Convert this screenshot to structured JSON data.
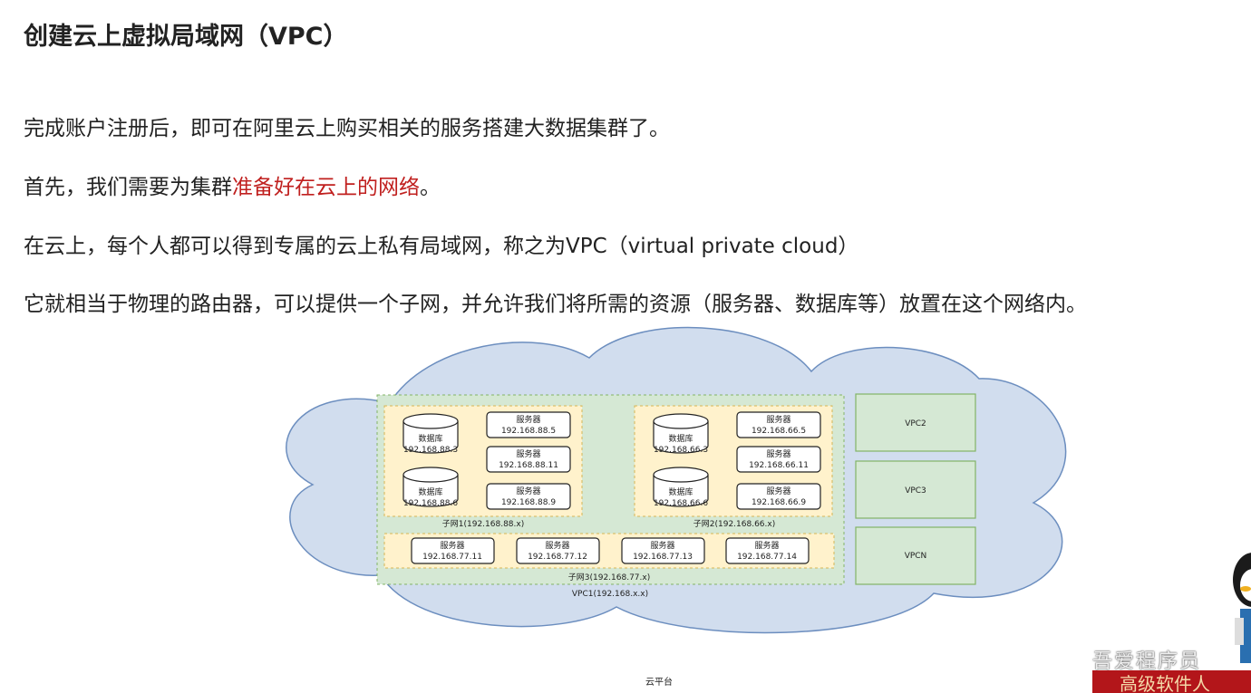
{
  "title": "创建云上虚拟局域网（VPC）",
  "paragraphs": {
    "p1": "完成账户注册后，即可在阿里云上购买相关的服务搭建大数据集群了。",
    "p2_before": "首先，我们需要为集群",
    "p2_highlight": "准备好在云上的网络",
    "p2_after": "。",
    "p3": "在云上，每个人都可以得到专属的云上私有局域网，称之为VPC（virtual private cloud）",
    "p4": "它就相当于物理的路由器，可以提供一个子网，并允许我们将所需的资源（服务器、数据库等）放置在这个网络内。"
  },
  "diagram": {
    "platform_label": "云平台",
    "vpc1_label": "VPC1(192.168.x.x)",
    "other_vpcs": [
      "VPC2",
      "VPC3",
      "VPCN"
    ],
    "subnet1": {
      "label": "子网1(192.168.88.x)",
      "databases": [
        {
          "title": "数据库",
          "ip": "192.168.88.3"
        },
        {
          "title": "数据库",
          "ip": "192.168.88.6"
        }
      ],
      "servers": [
        {
          "title": "服务器",
          "ip": "192.168.88.5"
        },
        {
          "title": "服务器",
          "ip": "192.168.88.11"
        },
        {
          "title": "服务器",
          "ip": "192.168.88.9"
        }
      ]
    },
    "subnet2": {
      "label": "子网2(192.168.66.x)",
      "databases": [
        {
          "title": "数据库",
          "ip": "192.168.66.3"
        },
        {
          "title": "数据库",
          "ip": "192.168.66.6"
        }
      ],
      "servers": [
        {
          "title": "服务器",
          "ip": "192.168.66.5"
        },
        {
          "title": "服务器",
          "ip": "192.168.66.11"
        },
        {
          "title": "服务器",
          "ip": "192.168.66.9"
        }
      ]
    },
    "subnet3": {
      "label": "子网3(192.168.77.x)",
      "servers": [
        {
          "title": "服务器",
          "ip": "192.168.77.11"
        },
        {
          "title": "服务器",
          "ip": "192.168.77.12"
        },
        {
          "title": "服务器",
          "ip": "192.168.77.13"
        },
        {
          "title": "服务器",
          "ip": "192.168.77.14"
        }
      ]
    }
  },
  "overlay": {
    "watermark": "吾爱程序员",
    "banner": "高级软件人"
  },
  "colors": {
    "cloud_fill": "#d1ddee",
    "cloud_stroke": "#6c8ebf",
    "vpc_fill": "#d5e8d4",
    "vpc_stroke": "#82b366",
    "subnet_fill": "#fff2cc",
    "highlight": "#c0201f"
  }
}
